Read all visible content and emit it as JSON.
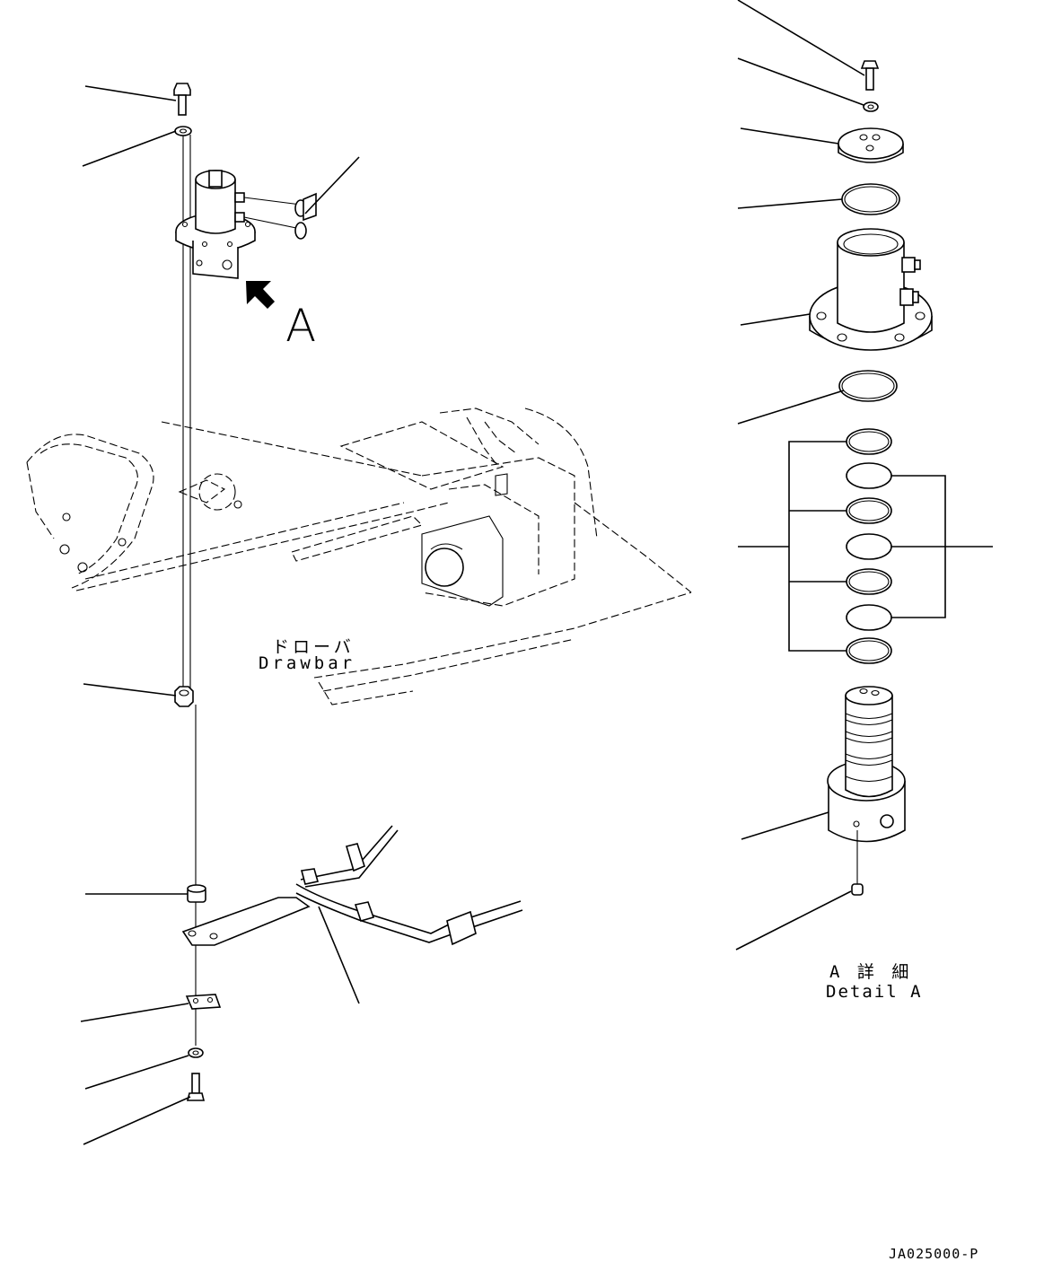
{
  "labels": {
    "view_letter": "A",
    "drawbar_jp": "ドローバ",
    "drawbar_en": "Drawbar",
    "detail_jp": "A 詳 細",
    "detail_en": "Detail A",
    "drawing_code": "JA025000-P"
  }
}
